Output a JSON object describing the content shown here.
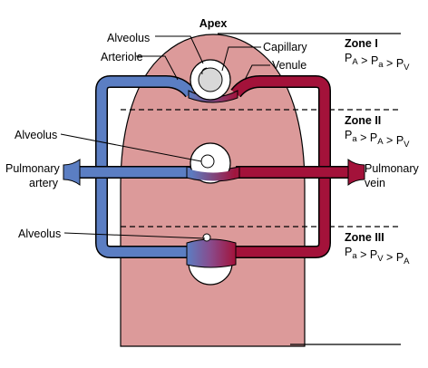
{
  "labels": {
    "apex": "Apex",
    "alveolus_top": "Alveolus",
    "capillary": "Capillary",
    "arteriole": "Arteriole",
    "venule": "Venule",
    "alveolus_mid": "Alveolus",
    "alveolus_bottom": "Alveolus",
    "pulmonary_artery_1": "Pulmonary",
    "pulmonary_artery_2": "artery",
    "pulmonary_vein_1": "Pulmonary",
    "pulmonary_vein_2": "vein"
  },
  "zones": [
    {
      "title": "Zone I",
      "formula": [
        {
          "base": "P",
          "sub": "A"
        },
        {
          "op": " > "
        },
        {
          "base": "P",
          "sub": "a"
        },
        {
          "op": " > "
        },
        {
          "base": "P",
          "sub": "V"
        }
      ]
    },
    {
      "title": "Zone II",
      "formula": [
        {
          "base": "P",
          "sub": "a"
        },
        {
          "op": " > "
        },
        {
          "base": "P",
          "sub": "A"
        },
        {
          "op": " > "
        },
        {
          "base": "P",
          "sub": "V"
        }
      ]
    },
    {
      "title": "Zone III",
      "formula": [
        {
          "base": "P",
          "sub": "a"
        },
        {
          "op": " > "
        },
        {
          "base": "P",
          "sub": "V"
        },
        {
          "op": " > "
        },
        {
          "base": "P",
          "sub": "A"
        }
      ]
    }
  ],
  "colors": {
    "lung": "#dc9a9a",
    "artery": "#5b7ec3",
    "vein": "#a3123a",
    "outline": "#000000"
  }
}
